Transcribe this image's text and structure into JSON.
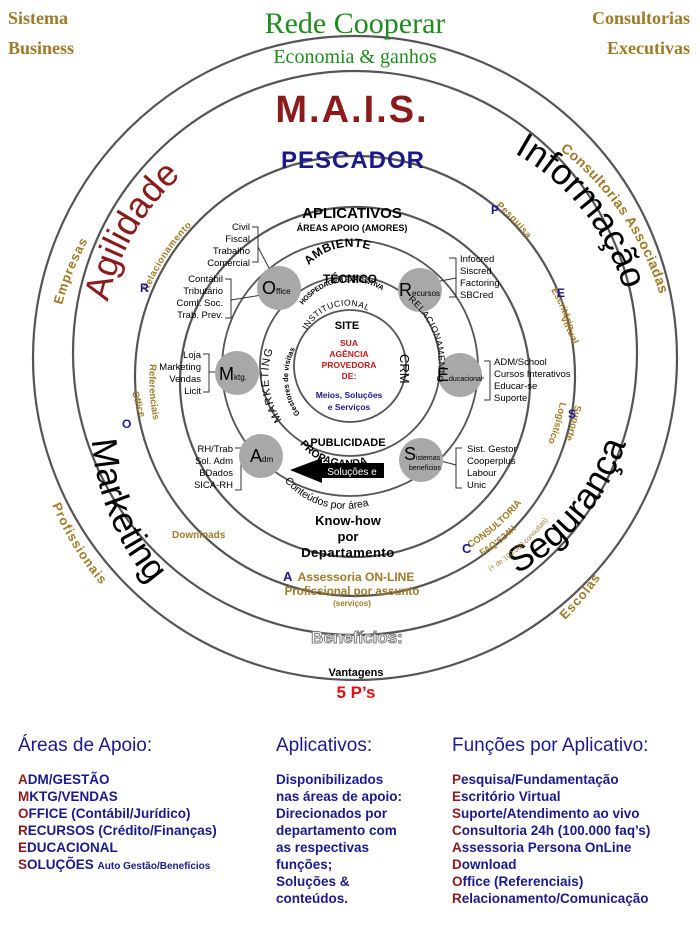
{
  "corners": {
    "top_left": [
      "Sistema",
      "Business"
    ],
    "top_right": [
      "Consultorias",
      "Executivas"
    ]
  },
  "header": {
    "title": "Rede Cooperar",
    "subtitle": "Economia & ganhos"
  },
  "rings": {
    "outer_arcs": [
      "Empresas",
      "Consultorias Associadas",
      "Profissionais",
      "Escolas"
    ],
    "mais": "M.A.I.S.",
    "pillars": [
      "Agilidade",
      "Informação",
      "Marketing",
      "Segurança"
    ],
    "pescador": "PESCADOR",
    "beneficios": "Benefícios:",
    "vantagens": "Vantagens",
    "five_ps": "5 P’s"
  },
  "ring_items": {
    "relacionamento": "Relacionamento",
    "pesquisa": "Pesquisa",
    "escritorio": [
      "Escritório",
      "Virtual"
    ],
    "office_ref": [
      "Office",
      "Referenciais"
    ],
    "suporte": [
      "Suporte",
      "Logístico"
    ],
    "downloads": "Downloads",
    "consultoria": [
      "CONSULTORIA",
      "FAQ’S24H",
      "(+ de 100.000 consultas)"
    ],
    "assessoria": "Assessoria ON-LINE",
    "profissional": "Profissional por assunto",
    "servicos": "(serviços)"
  },
  "aplicativos": {
    "title": "APLICATIVOS",
    "subtitle": "ÁREAS APOIO (AMORES)"
  },
  "nodes": {
    "office": {
      "letter": "O",
      "rest": "ffice",
      "items": [
        "Civil",
        "Fiscal",
        "Trabalho",
        "Comercial",
        "Contábil",
        "Tributário",
        "Coml. Soc.",
        "Trab. Prev."
      ]
    },
    "recursos": {
      "letter": "R",
      "rest": "ecursos",
      "items": [
        "Infocred",
        "Siscred",
        "Factoring",
        "SBCred"
      ]
    },
    "mktg": {
      "letter": "M",
      "rest": "ktg.",
      "items": [
        "Loja",
        "Marketing",
        "Vendas",
        "Licit"
      ]
    },
    "educacional": {
      "letter": "E",
      "rest": "ducacional",
      "items": [
        "ADM/School",
        "Cursos Interativos",
        "Educar-se",
        "Suporte"
      ]
    },
    "adm": {
      "letter": "A",
      "rest": "dm",
      "items": [
        "RH/Trab",
        "Sol. Adm",
        "BDados",
        "SICA-RH"
      ]
    },
    "sistemas": {
      "letter": "S",
      "rest": [
        "istemas",
        "benefícios"
      ],
      "items": [
        "Sist. Gestor",
        "Cooperplus",
        "Labour",
        "Unic"
      ]
    }
  },
  "inner": {
    "ambiente": [
      "AMBIENTE",
      "TÉCNICO"
    ],
    "hospedagem": "HOSPEDAGEM EXPOSITIVA",
    "institucional": "INSTITUCIONAL",
    "site": "SITE",
    "marketing": "MARKETING",
    "gestores": "Gestores de visitas",
    "crm": "CRM",
    "relacionamento": "RELACIONAMENTO",
    "propaganda": [
      "PROPAGANDA",
      "PUBLICIDADE"
    ],
    "center_red": [
      "SUA",
      "AGÊNCIA",
      "PROVEDORA",
      "DE:"
    ],
    "center_blue": [
      "Meios, Soluções",
      "e Serviços"
    ],
    "arrow": "Soluções e",
    "conteudos": "Conteúdos por área"
  },
  "knowhow": [
    "Know-how",
    "por",
    "Departamento"
  ],
  "legend": {
    "areas_title": "Áreas de Apoio:",
    "areas": [
      {
        "first": "A",
        "rest": "DM/GESTÃO"
      },
      {
        "first": "M",
        "rest": "KTG/VENDAS"
      },
      {
        "first": "O",
        "rest": "FFICE (Contábil/Jurídico)"
      },
      {
        "first": "R",
        "rest": "ECURSOS (Crédito/Finanças)"
      },
      {
        "first": "E",
        "rest": "DUCACIONAL"
      },
      {
        "first": "S",
        "rest": "OLUÇÕES ",
        "small": "Auto Gestão/Benefícios"
      }
    ],
    "apps_title": "Aplicativos:",
    "apps_text": [
      "Disponibilizados",
      "nas áreas de apoio:",
      "Direcionados por",
      "departamento com",
      "as respectivas",
      "funções;",
      "Soluções &",
      "conteúdos."
    ],
    "funcs_title": "Funções por Aplicativo:",
    "funcs": [
      {
        "first": "P",
        "rest": "esquisa/Fundamentação"
      },
      {
        "first": "E",
        "rest": "scritório Virtual"
      },
      {
        "first": "S",
        "rest": "uporte/Atendimento ao vivo"
      },
      {
        "first": "C",
        "rest": "onsultoria 24h (100.000 faq’s)"
      },
      {
        "first": "A",
        "rest": "ssessoria Persona OnLine"
      },
      {
        "first": "D",
        "rest": "ownload"
      },
      {
        "first": "O",
        "rest": "ffice (Referenciais)"
      },
      {
        "first": "R",
        "rest": "elacionamento/Comunicação"
      }
    ]
  },
  "colors": {
    "blue": "#1a1a8c",
    "red": "#8b1a1a",
    "green": "#1e8c1e",
    "gold": "#a07a28",
    "grey_node": "#a8a8a8"
  }
}
